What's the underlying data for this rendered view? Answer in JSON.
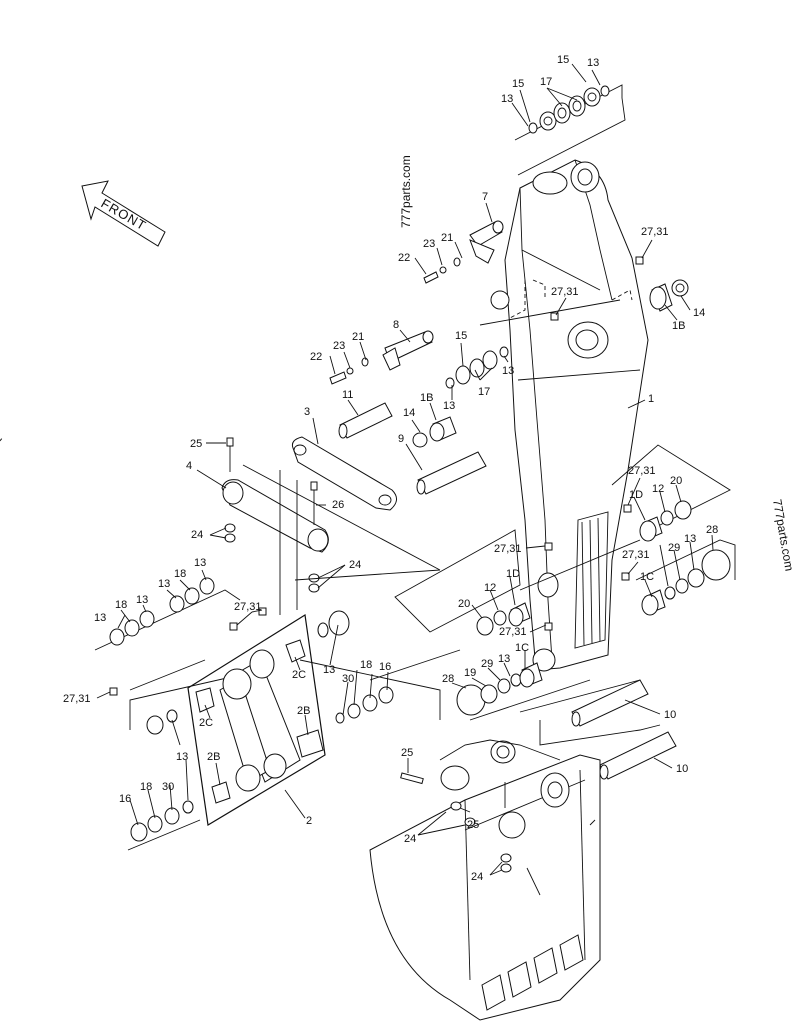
{
  "watermarks": [
    "777parts.com",
    "777parts",
    "777parts.com"
  ],
  "front_label": "FRONT",
  "labels": [
    {
      "id": "l1",
      "text": "15"
    },
    {
      "id": "l2",
      "text": "13"
    },
    {
      "id": "l3",
      "text": "15"
    },
    {
      "id": "l4",
      "text": "17"
    },
    {
      "id": "l5",
      "text": "13"
    },
    {
      "id": "l6",
      "text": "7"
    },
    {
      "id": "l7",
      "text": "21"
    },
    {
      "id": "l8",
      "text": "23"
    },
    {
      "id": "l9",
      "text": "22"
    },
    {
      "id": "l10",
      "text": "27,31"
    },
    {
      "id": "l11",
      "text": "27,31"
    },
    {
      "id": "l12",
      "text": "14"
    },
    {
      "id": "l13",
      "text": "1B"
    },
    {
      "id": "l14",
      "text": "8"
    },
    {
      "id": "l15",
      "text": "21"
    },
    {
      "id": "l16",
      "text": "23"
    },
    {
      "id": "l17",
      "text": "22"
    },
    {
      "id": "l18",
      "text": "15"
    },
    {
      "id": "l19",
      "text": "13"
    },
    {
      "id": "l20",
      "text": "17"
    },
    {
      "id": "l21",
      "text": "13"
    },
    {
      "id": "l22",
      "text": "1B"
    },
    {
      "id": "l23",
      "text": "11"
    },
    {
      "id": "l24",
      "text": "14"
    },
    {
      "id": "l25",
      "text": "1"
    },
    {
      "id": "l26",
      "text": "3"
    },
    {
      "id": "l27",
      "text": "9"
    },
    {
      "id": "l28",
      "text": "25"
    },
    {
      "id": "l29",
      "text": "4"
    },
    {
      "id": "l30",
      "text": "26"
    },
    {
      "id": "l31",
      "text": "24"
    },
    {
      "id": "l32",
      "text": "27,31"
    },
    {
      "id": "l33",
      "text": "1D"
    },
    {
      "id": "l34",
      "text": "20"
    },
    {
      "id": "l35",
      "text": "12"
    },
    {
      "id": "l36",
      "text": "28"
    },
    {
      "id": "l37",
      "text": "27,31"
    },
    {
      "id": "l38",
      "text": "27,31"
    },
    {
      "id": "l39",
      "text": "29"
    },
    {
      "id": "l40",
      "text": "13"
    },
    {
      "id": "l41",
      "text": "1C"
    },
    {
      "id": "l42",
      "text": "24"
    },
    {
      "id": "l43",
      "text": "13"
    },
    {
      "id": "l44",
      "text": "18"
    },
    {
      "id": "l45",
      "text": "13"
    },
    {
      "id": "l46",
      "text": "13"
    },
    {
      "id": "l47",
      "text": "18"
    },
    {
      "id": "l48",
      "text": "13"
    },
    {
      "id": "l49",
      "text": "27,31"
    },
    {
      "id": "l50",
      "text": "12"
    },
    {
      "id": "l51",
      "text": "1D"
    },
    {
      "id": "l52",
      "text": "20"
    },
    {
      "id": "l53",
      "text": "27,31"
    },
    {
      "id": "l54",
      "text": "28"
    },
    {
      "id": "l55",
      "text": "19"
    },
    {
      "id": "l56",
      "text": "29"
    },
    {
      "id": "l57",
      "text": "13"
    },
    {
      "id": "l58",
      "text": "1C"
    },
    {
      "id": "l59",
      "text": "2C"
    },
    {
      "id": "l60",
      "text": "13"
    },
    {
      "id": "l61",
      "text": "18"
    },
    {
      "id": "l62",
      "text": "16"
    },
    {
      "id": "l63",
      "text": "30"
    },
    {
      "id": "l64",
      "text": "27,31"
    },
    {
      "id": "l65",
      "text": "2C"
    },
    {
      "id": "l66",
      "text": "2B"
    },
    {
      "id": "l67",
      "text": "2B"
    },
    {
      "id": "l68",
      "text": "13"
    },
    {
      "id": "l69",
      "text": "18"
    },
    {
      "id": "l70",
      "text": "30"
    },
    {
      "id": "l71",
      "text": "16"
    },
    {
      "id": "l72",
      "text": "2"
    },
    {
      "id": "l73",
      "text": "10"
    },
    {
      "id": "l74",
      "text": "10"
    },
    {
      "id": "l75",
      "text": "25"
    },
    {
      "id": "l76",
      "text": "25"
    },
    {
      "id": "l77",
      "text": "24"
    },
    {
      "id": "l78",
      "text": "24"
    }
  ]
}
